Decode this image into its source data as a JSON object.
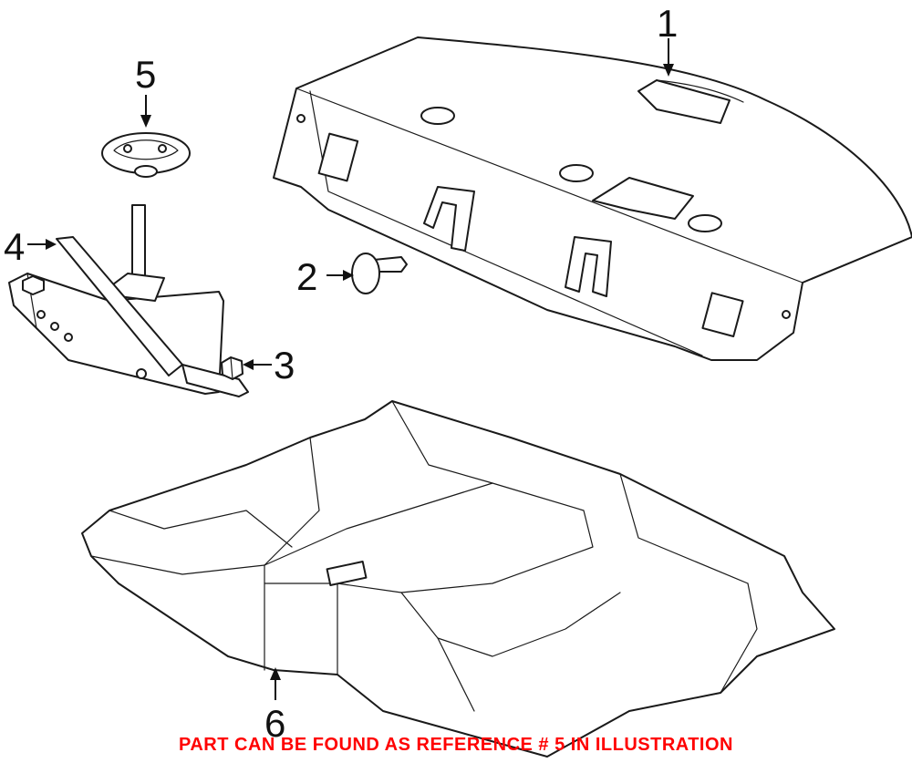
{
  "callouts": [
    {
      "id": "1",
      "label": "1"
    },
    {
      "id": "2",
      "label": "2"
    },
    {
      "id": "3",
      "label": "3"
    },
    {
      "id": "4",
      "label": "4"
    },
    {
      "id": "5",
      "label": "5"
    },
    {
      "id": "6",
      "label": "6"
    }
  ],
  "footer_note": "PART CAN BE FOUND AS REFERENCE # 5 IN ILLUSTRATION",
  "colors": {
    "footer": "#ff0000",
    "lines": "#1a1a1a"
  }
}
